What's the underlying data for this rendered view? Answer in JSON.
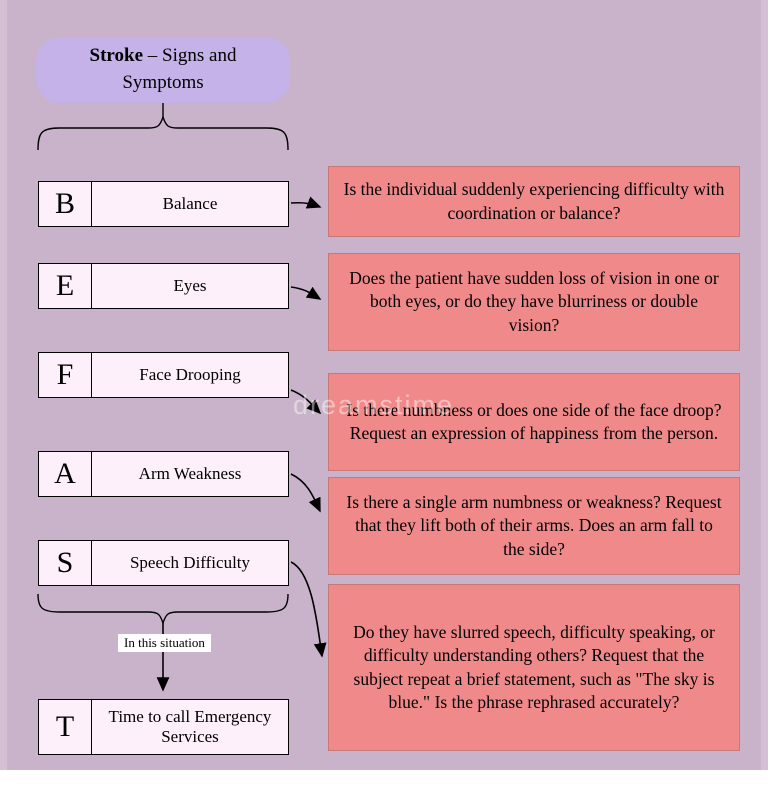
{
  "title": {
    "bold": "Stroke",
    "rest": " – Signs and Symptoms"
  },
  "rows": [
    {
      "letter": "B",
      "label": "Balance"
    },
    {
      "letter": "E",
      "label": "Eyes"
    },
    {
      "letter": "F",
      "label": "Face Drooping"
    },
    {
      "letter": "A",
      "label": "Arm Weakness"
    },
    {
      "letter": "S",
      "label": "Speech Difficulty"
    },
    {
      "letter": "T",
      "label": "Time to call Emergency Services"
    }
  ],
  "descriptions": [
    "Is the individual suddenly experiencing difficulty with coordination or balance?",
    "Does the patient have sudden loss of vision in one or both eyes, or do they have blurriness or double vision?",
    "Is there numbness or does one side of the face droop? Request an expression of happiness from the person.",
    "Is there a single arm numbness or weakness? Request that they lift both of their arms. Does an arm fall to the side?",
    "Do they have slurred speech, difficulty speaking, or difficulty understanding others? Request that the subject repeat a brief statement, such as \"The sky is blue.\" Is the phrase rephrased accurately?"
  ],
  "situation_label": "In this situation",
  "watermark": "dreamstime",
  "colors": {
    "background": "#c9b3ca",
    "title_fill": "#c4b2e8",
    "letter_box_fill": "#fdf0fa",
    "description_fill": "#f08a8a",
    "line_color": "#000000"
  }
}
